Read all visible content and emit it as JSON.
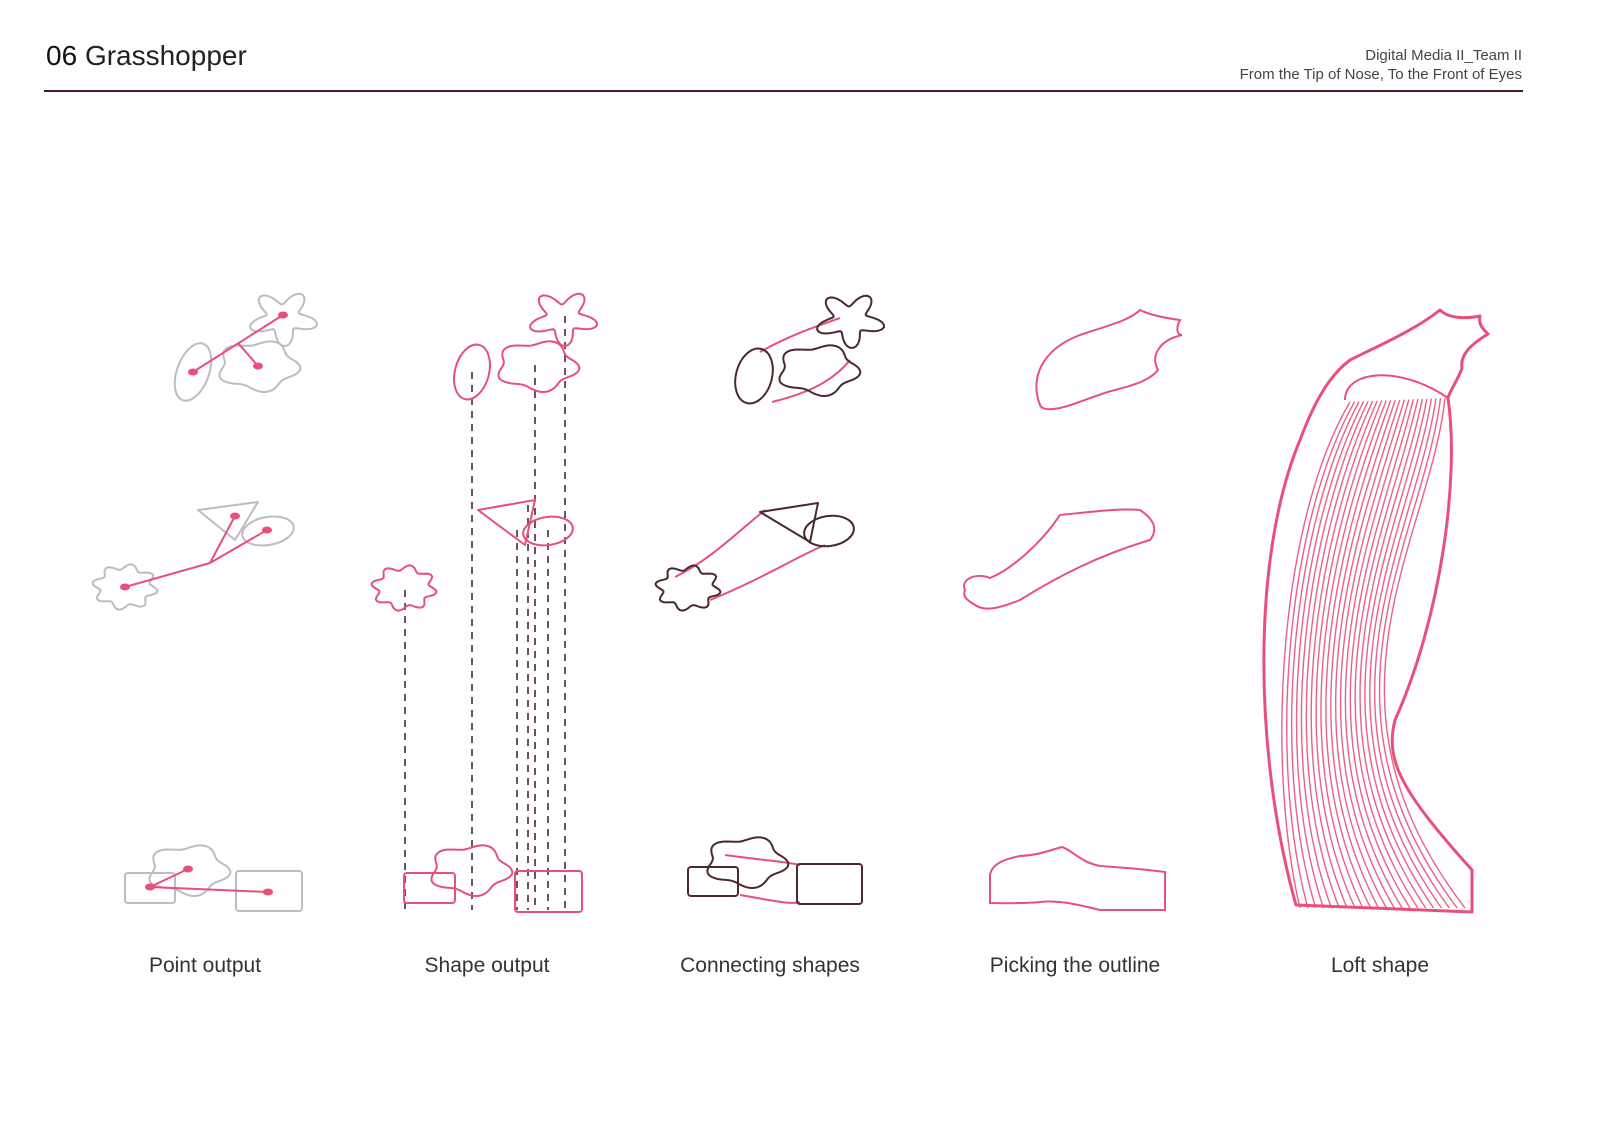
{
  "header": {
    "section_number": "06",
    "title": "Grasshopper",
    "course": "Digital Media II_Team II",
    "project": "From the Tip of Nose, To the Front of Eyes"
  },
  "steps": [
    {
      "label": "Point output"
    },
    {
      "label": "Shape output"
    },
    {
      "label": "Connecting shapes"
    },
    {
      "label": "Picking the outline"
    },
    {
      "label": "Loft shape"
    }
  ],
  "colors": {
    "accent": "#e8507a",
    "dark": "#4a2a2a",
    "gray": "#bdbdbd",
    "rule": "#4a1e1e"
  }
}
